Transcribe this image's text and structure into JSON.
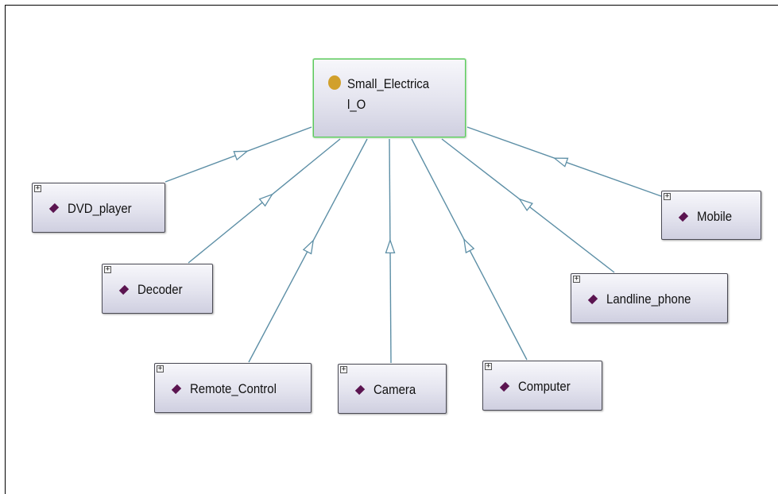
{
  "diagram": {
    "colors": {
      "edge": "#5d8fa6",
      "class_icon": "#5b1450",
      "root_icon": "#d1a02c",
      "root_border": "#5cc65c"
    },
    "root": {
      "id": "root",
      "line1": "Small_Electrica",
      "line2": "l_O",
      "icon": "class-circle-icon"
    },
    "nodes": [
      {
        "id": "dvd",
        "label": "DVD_player",
        "icon": "diamond-icon"
      },
      {
        "id": "decoder",
        "label": "Decoder",
        "icon": "diamond-icon"
      },
      {
        "id": "remote",
        "label": "Remote_Control",
        "icon": "diamond-icon"
      },
      {
        "id": "camera",
        "label": "Camera",
        "icon": "diamond-icon"
      },
      {
        "id": "computer",
        "label": "Computer",
        "icon": "diamond-icon"
      },
      {
        "id": "landline",
        "label": "Landline_phone",
        "icon": "diamond-icon"
      },
      {
        "id": "mobile",
        "label": "Mobile",
        "icon": "diamond-icon"
      }
    ],
    "expand_glyph": "+",
    "edges": [
      {
        "from": "dvd",
        "to": "root"
      },
      {
        "from": "decoder",
        "to": "root"
      },
      {
        "from": "remote",
        "to": "root"
      },
      {
        "from": "camera",
        "to": "root"
      },
      {
        "from": "computer",
        "to": "root"
      },
      {
        "from": "landline",
        "to": "root"
      },
      {
        "from": "mobile",
        "to": "root"
      }
    ]
  }
}
